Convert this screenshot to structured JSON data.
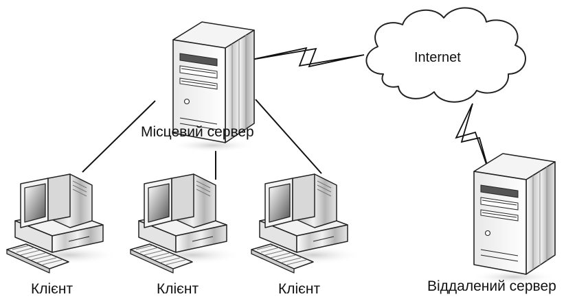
{
  "diagram": {
    "local_server": {
      "label": "Місцевий сервер",
      "icon": "server-tower-icon"
    },
    "internet": {
      "label": "Internet",
      "icon": "cloud-icon"
    },
    "remote_server": {
      "label": "Віддалений сервер",
      "icon": "server-tower-icon"
    },
    "clients": [
      {
        "label": "Клієнт",
        "icon": "desktop-computer-icon"
      },
      {
        "label": "Клієнт",
        "icon": "desktop-computer-icon"
      },
      {
        "label": "Клієнт",
        "icon": "desktop-computer-icon"
      }
    ],
    "connections": [
      {
        "from": "local_server",
        "to": "client_1",
        "kind": "wired"
      },
      {
        "from": "local_server",
        "to": "client_2",
        "kind": "wired"
      },
      {
        "from": "local_server",
        "to": "client_3",
        "kind": "wired"
      },
      {
        "from": "local_server",
        "to": "internet",
        "kind": "lightning"
      },
      {
        "from": "internet",
        "to": "remote_server",
        "kind": "lightning"
      }
    ]
  }
}
